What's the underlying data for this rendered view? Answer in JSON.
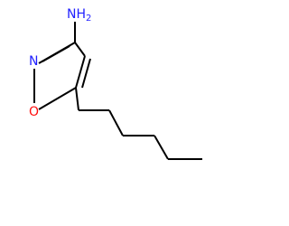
{
  "molecule": {
    "atoms": {
      "amine": {
        "element": "N",
        "hydrogen_label": "H",
        "hydrogen_count": "2",
        "color": "#1f1fff"
      },
      "ring_nitrogen": {
        "element": "N",
        "color": "#1f1fff"
      },
      "ring_oxygen": {
        "element": "O",
        "color": "#ff0d0d"
      }
    },
    "substituent": "hexyl",
    "bond_color": "#000000"
  }
}
